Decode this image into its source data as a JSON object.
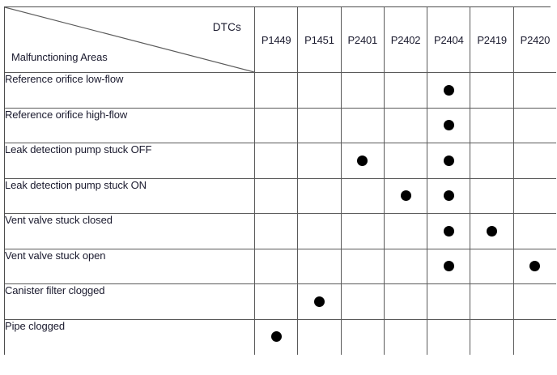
{
  "table": {
    "corner": {
      "columns_label": "DTCs",
      "rows_label": "Malfunctioning Areas",
      "diagonal": "top-left-to-bottom-right"
    },
    "columns": [
      {
        "id": "P1449",
        "label": "P1449"
      },
      {
        "id": "P1451",
        "label": "P1451"
      },
      {
        "id": "P2401",
        "label": "P2401"
      },
      {
        "id": "P2402",
        "label": "P2402"
      },
      {
        "id": "P2404",
        "label": "P2404"
      },
      {
        "id": "P2419",
        "label": "P2419"
      },
      {
        "id": "P2420",
        "label": "P2420"
      }
    ],
    "rows": [
      {
        "label": "Reference orifice low-flow",
        "marks": [
          false,
          false,
          false,
          false,
          true,
          false,
          false
        ]
      },
      {
        "label": "Reference orifice high-flow",
        "marks": [
          false,
          false,
          false,
          false,
          true,
          false,
          false
        ]
      },
      {
        "label": "Leak detection pump stuck OFF",
        "marks": [
          false,
          false,
          true,
          false,
          true,
          false,
          false
        ]
      },
      {
        "label": "Leak detection pump stuck ON",
        "marks": [
          false,
          false,
          false,
          true,
          true,
          false,
          false
        ]
      },
      {
        "label": "Vent valve stuck closed",
        "marks": [
          false,
          false,
          false,
          false,
          true,
          true,
          false
        ]
      },
      {
        "label": "Vent valve stuck open",
        "marks": [
          false,
          false,
          false,
          false,
          true,
          false,
          true
        ]
      },
      {
        "label": "Canister filter clogged",
        "marks": [
          false,
          true,
          false,
          false,
          false,
          false,
          false
        ]
      },
      {
        "label": "Pipe clogged",
        "marks": [
          true,
          false,
          false,
          false,
          false,
          false,
          false
        ]
      }
    ],
    "mark_symbol": "filled-circle",
    "colors": {
      "border": "#5a5a5a",
      "text": "#1a1a2e",
      "mark": "#000000",
      "background": "#ffffff"
    }
  }
}
